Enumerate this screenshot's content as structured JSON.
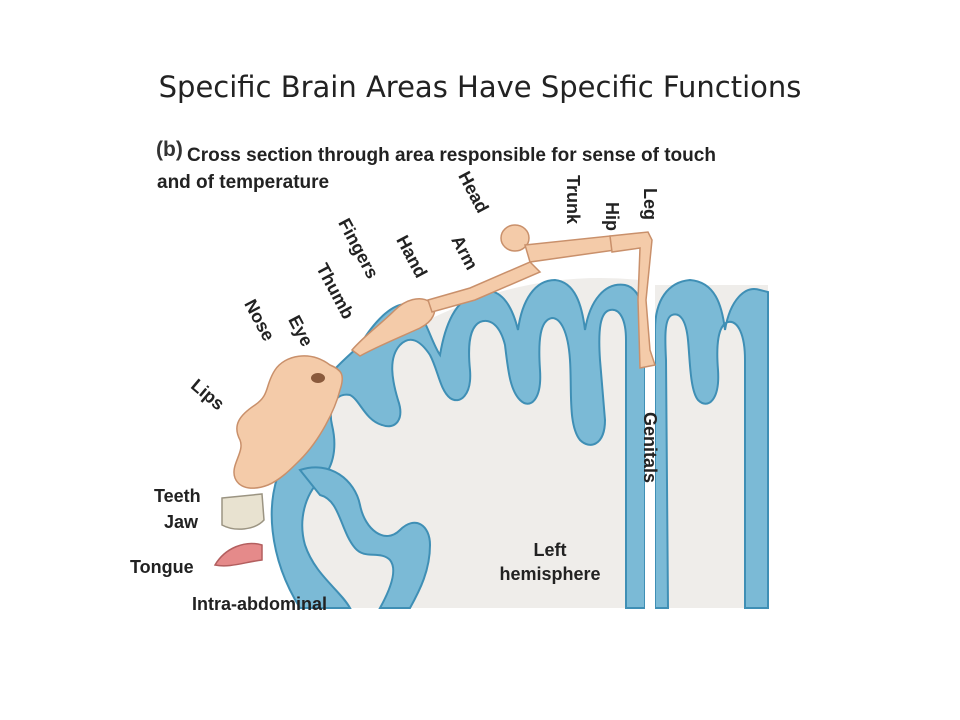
{
  "title": "Specific Brain Areas Have Specific Functions",
  "caption": {
    "panel_letter": "(b)",
    "line1": "Cross section through area responsible for sense of touch",
    "line2": "and of temperature"
  },
  "body_labels": {
    "leg": "Leg",
    "hip": "Hip",
    "trunk": "Trunk",
    "head": "Head",
    "arm": "Arm",
    "hand": "Hand",
    "fingers": "Fingers",
    "thumb": "Thumb",
    "eye": "Eye",
    "nose": "Nose",
    "lips": "Lips",
    "teeth": "Teeth",
    "jaw": "Jaw",
    "tongue": "Tongue",
    "intra_abdominal": "Intra-abdominal",
    "genitals": "Genitals"
  },
  "hemisphere_label": {
    "line1": "Left",
    "line2": "hemisphere"
  },
  "colors": {
    "cortex": "#7bbad6",
    "cortex_edge": "#3f8fb5",
    "white_matter": "#efedea",
    "skin": "#f4cba9",
    "skin_edge": "#c9906b"
  }
}
